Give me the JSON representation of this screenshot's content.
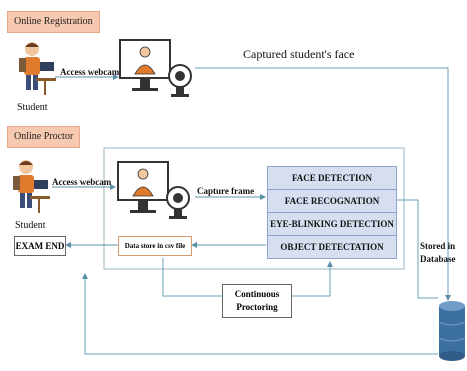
{
  "registration": {
    "tag": "Online Registration",
    "student_label": "Student",
    "access_label": "Access webcam",
    "captured_label": "Captured student's face"
  },
  "proctor": {
    "tag": "Online Proctor",
    "student_label": "Student",
    "access_label": "Access webcam",
    "capture_label": "Capture frame",
    "exam_end": "EXAM END",
    "data_store": "Data store in csv file",
    "continuous": "Continuous Proctoring",
    "stored": "Stored in Database"
  },
  "modules": [
    "FACE DETECTION",
    "FACE RECOGNATION",
    "EYE-BLINKING DETECTION",
    "OBJECT DETECTATION"
  ],
  "icons": [
    "student-icon",
    "monitor-icon",
    "webcam-icon",
    "database-icon"
  ],
  "colors": {
    "tag_fill": "#f7c9b0",
    "module_fill": "#d6deef",
    "line": "#6aa0b8",
    "database": "#3a6fa0"
  }
}
